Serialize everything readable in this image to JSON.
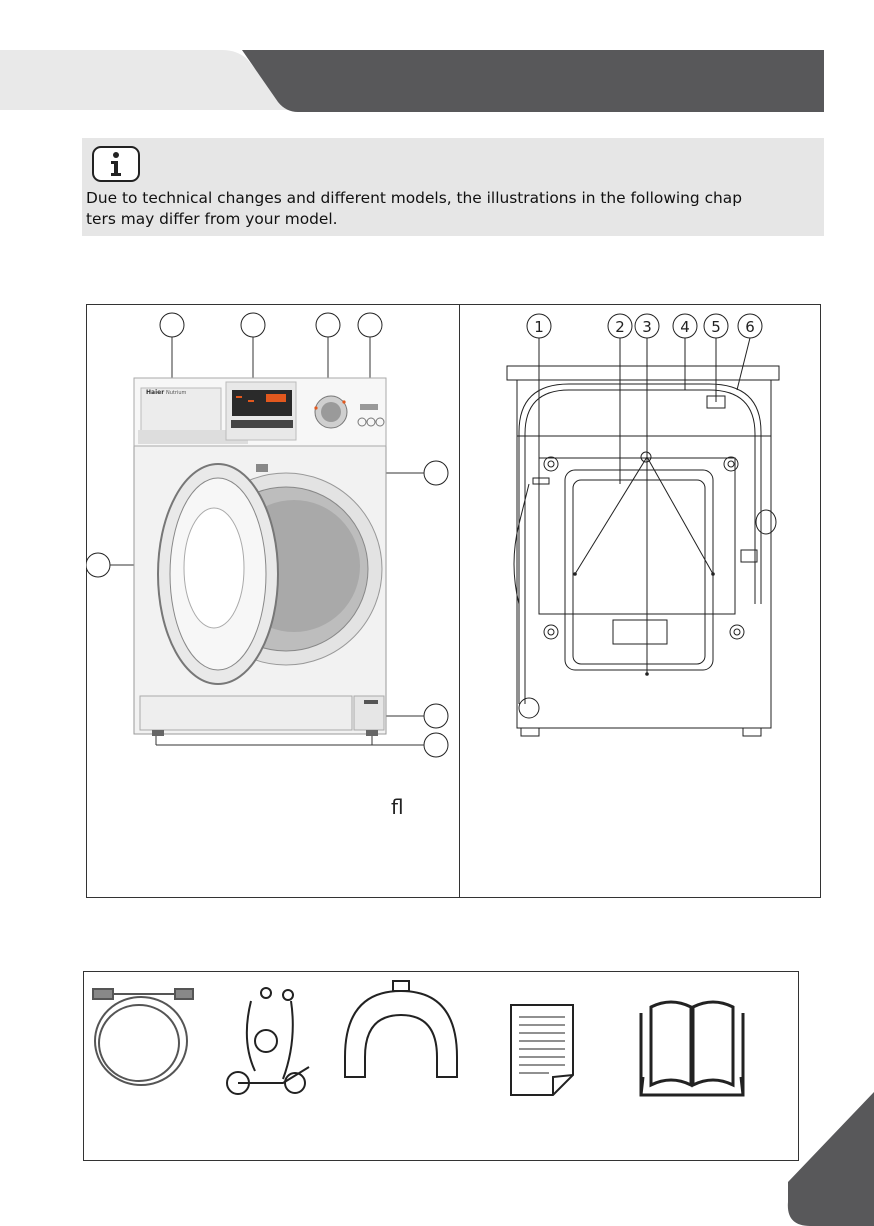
{
  "notice": {
    "icon": "info-icon",
    "text_line1": "Due to technical changes and different models, the illustrations in the following chap",
    "text_line2": "ters may differ from your model."
  },
  "front_view": {
    "brand": "Haier",
    "model_badge": "Nutrium",
    "stray_text": "fl"
  },
  "back_view": {
    "callouts": [
      "1",
      "2",
      "3",
      "4",
      "5",
      "6"
    ]
  },
  "accessories": {
    "items": [
      "inlet-hose",
      "transport-bolt-covers",
      "hose-bracket",
      "document",
      "manual"
    ]
  },
  "colors": {
    "header_dark": "#58585a",
    "header_light": "#e9e9e9",
    "notice_bg": "#e6e6e6"
  }
}
